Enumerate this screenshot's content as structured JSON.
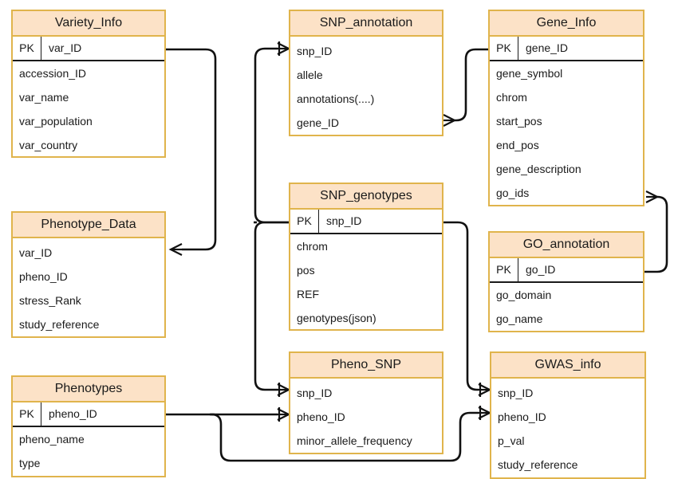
{
  "diagram": {
    "kind": "entity-relationship-diagram",
    "notation": "crow's foot",
    "colors": {
      "entity_border": "#e0b44c",
      "entity_header_fill": "#fce2c7",
      "entity_body_fill": "#ffffff",
      "connector": "#111111",
      "text": "#1a1a1a",
      "background": "#ffffff"
    }
  },
  "entities": [
    {
      "id": "variety_info",
      "title": "Variety_Info",
      "pk": {
        "tag": "PK",
        "name": "var_ID"
      },
      "fields": [
        "accession_ID",
        "var_name",
        "var_population",
        "var_country"
      ]
    },
    {
      "id": "snp_annotation",
      "title": "SNP_annotation",
      "pk": null,
      "fields": [
        "snp_ID",
        "allele",
        "annotations(....)",
        "gene_ID"
      ]
    },
    {
      "id": "gene_info",
      "title": "Gene_Info",
      "pk": {
        "tag": "PK",
        "name": "gene_ID"
      },
      "fields": [
        "gene_symbol",
        "chrom",
        "start_pos",
        "end_pos",
        "gene_description",
        "go_ids"
      ]
    },
    {
      "id": "phenotype_data",
      "title": "Phenotype_Data",
      "pk": null,
      "fields": [
        "var_ID",
        "pheno_ID",
        "stress_Rank",
        "study_reference"
      ]
    },
    {
      "id": "snp_genotypes",
      "title": "SNP_genotypes",
      "pk": {
        "tag": "PK",
        "name": "snp_ID"
      },
      "fields": [
        "chrom",
        "pos",
        "REF",
        "genotypes(json)"
      ]
    },
    {
      "id": "go_annotation",
      "title": "GO_annotation",
      "pk": {
        "tag": "PK",
        "name": "go_ID"
      },
      "fields": [
        "go_domain",
        "go_name"
      ]
    },
    {
      "id": "phenotypes",
      "title": "Phenotypes",
      "pk": {
        "tag": "PK",
        "name": "pheno_ID"
      },
      "fields": [
        "pheno_name",
        "type"
      ]
    },
    {
      "id": "pheno_snp",
      "title": "Pheno_SNP",
      "pk": null,
      "fields": [
        "snp_ID",
        "pheno_ID",
        "minor_allele_frequency"
      ]
    },
    {
      "id": "gwas_info",
      "title": "GWAS_info",
      "pk": null,
      "fields": [
        "snp_ID",
        "pheno_ID",
        "p_val",
        "study_reference"
      ]
    }
  ],
  "relationships": [
    {
      "from": "variety_info.var_ID",
      "to": "phenotype_data.var_ID",
      "cardinality": "one-to-many"
    },
    {
      "from": "snp_genotypes.snp_ID",
      "to": "snp_annotation.snp_ID",
      "cardinality": "one-to-many"
    },
    {
      "from": "snp_annotation.gene_ID",
      "to": "gene_info.gene_ID",
      "cardinality": "many-to-one"
    },
    {
      "from": "gene_info.go_ids",
      "to": "go_annotation.go_ID",
      "cardinality": "many-to-one"
    },
    {
      "from": "snp_genotypes.snp_ID",
      "to": "pheno_snp.snp_ID",
      "cardinality": "one-to-many"
    },
    {
      "from": "snp_genotypes.snp_ID",
      "to": "gwas_info.snp_ID",
      "cardinality": "one-to-many"
    },
    {
      "from": "phenotypes.pheno_ID",
      "to": "pheno_snp.pheno_ID",
      "cardinality": "one-to-many"
    },
    {
      "from": "phenotypes.pheno_ID",
      "to": "gwas_info.pheno_ID",
      "cardinality": "one-to-many"
    }
  ]
}
